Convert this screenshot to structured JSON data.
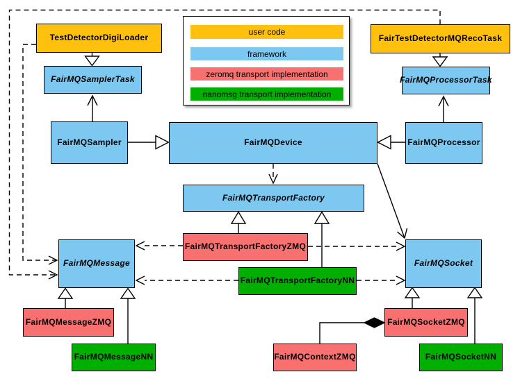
{
  "diagram": {
    "type": "uml-class-diagram",
    "nodes": {
      "tddl": {
        "label": "TestDetectorDigiLoader",
        "category": "user code",
        "abstract": false
      },
      "ftdmqrt": {
        "label": "FairTestDetectorMQRecoTask",
        "category": "user code",
        "abstract": false
      },
      "samplertask": {
        "label": "FairMQSamplerTask",
        "category": "framework",
        "abstract": true
      },
      "processortask": {
        "label": "FairMQProcessorTask",
        "category": "framework",
        "abstract": true
      },
      "sampler": {
        "label": "FairMQSampler",
        "category": "framework",
        "abstract": false
      },
      "device": {
        "label": "FairMQDevice",
        "category": "framework",
        "abstract": false
      },
      "processor": {
        "label": "FairMQProcessor",
        "category": "framework",
        "abstract": false
      },
      "tf": {
        "label": "FairMQTransportFactory",
        "category": "framework",
        "abstract": true
      },
      "tfzmq": {
        "label": "FairMQTransportFactoryZMQ",
        "category": "zeromq transport implementation",
        "abstract": false
      },
      "tfnn": {
        "label": "FairMQTransportFactoryNN",
        "category": "nanomsg transport implementation",
        "abstract": false
      },
      "message": {
        "label": "FairMQMessage",
        "category": "framework",
        "abstract": true
      },
      "socket": {
        "label": "FairMQSocket",
        "category": "framework",
        "abstract": true
      },
      "msgzmq": {
        "label": "FairMQMessageZMQ",
        "category": "zeromq transport implementation",
        "abstract": false
      },
      "msgnn": {
        "label": "FairMQMessageNN",
        "category": "nanomsg transport implementation",
        "abstract": false
      },
      "sockzmq": {
        "label": "FairMQSocketZMQ",
        "category": "zeromq transport implementation",
        "abstract": false
      },
      "socknn": {
        "label": "FairMQSocketNN",
        "category": "nanomsg transport implementation",
        "abstract": false
      },
      "ctxzmq": {
        "label": "FairMQContextZMQ",
        "category": "zeromq transport implementation",
        "abstract": false
      }
    },
    "legend": {
      "items": [
        {
          "label": "user code",
          "color": "#FFC10D"
        },
        {
          "label": "framework",
          "color": "#7CC8F0"
        },
        {
          "label": "zeromq transport implementation",
          "color": "#F87070"
        },
        {
          "label": "nanomsg transport implementation",
          "color": "#00AF00"
        }
      ]
    },
    "edges": [
      {
        "from": "TestDetectorDigiLoader",
        "to": "FairMQSamplerTask",
        "type": "inheritance"
      },
      {
        "from": "FairTestDetectorMQRecoTask",
        "to": "FairMQProcessorTask",
        "type": "inheritance"
      },
      {
        "from": "FairMQSampler",
        "to": "FairMQDevice",
        "type": "inheritance"
      },
      {
        "from": "FairMQProcessor",
        "to": "FairMQDevice",
        "type": "inheritance"
      },
      {
        "from": "FairMQSampler",
        "to": "FairMQSamplerTask",
        "type": "association-arrow"
      },
      {
        "from": "FairMQProcessor",
        "to": "FairMQProcessorTask",
        "type": "association-arrow"
      },
      {
        "from": "FairMQDevice",
        "to": "FairMQTransportFactory",
        "type": "dashed-dependency"
      },
      {
        "from": "FairMQDevice",
        "to": "FairMQSocket",
        "type": "association-arrow"
      },
      {
        "from": "FairMQTransportFactoryZMQ",
        "to": "FairMQTransportFactory",
        "type": "inheritance"
      },
      {
        "from": "FairMQTransportFactoryNN",
        "to": "FairMQTransportFactory",
        "type": "inheritance"
      },
      {
        "from": "FairMQTransportFactoryZMQ",
        "to": "FairMQMessage",
        "type": "dashed-dependency"
      },
      {
        "from": "FairMQTransportFactoryZMQ",
        "to": "FairMQSocket",
        "type": "dashed-dependency"
      },
      {
        "from": "FairMQTransportFactoryNN",
        "to": "FairMQMessage",
        "type": "dashed-dependency"
      },
      {
        "from": "FairMQTransportFactoryNN",
        "to": "FairMQSocket",
        "type": "dashed-dependency"
      },
      {
        "from": "TestDetectorDigiLoader",
        "to": "FairMQMessage",
        "type": "dashed-dependency"
      },
      {
        "from": "FairTestDetectorMQRecoTask",
        "to": "FairMQMessage",
        "type": "dashed-dependency"
      },
      {
        "from": "FairMQMessageZMQ",
        "to": "FairMQMessage",
        "type": "inheritance"
      },
      {
        "from": "FairMQMessageNN",
        "to": "FairMQMessage",
        "type": "inheritance"
      },
      {
        "from": "FairMQSocketZMQ",
        "to": "FairMQSocket",
        "type": "inheritance"
      },
      {
        "from": "FairMQSocketNN",
        "to": "FairMQSocket",
        "type": "inheritance"
      },
      {
        "from": "FairMQContextZMQ",
        "to": "FairMQSocketZMQ",
        "type": "composition"
      }
    ],
    "colors": {
      "user_code": "#FFC10D",
      "framework": "#7CC8F0",
      "zeromq": "#F87070",
      "nanomsg": "#00AF00",
      "line": "#000000",
      "background": "#FFFFFF"
    }
  }
}
